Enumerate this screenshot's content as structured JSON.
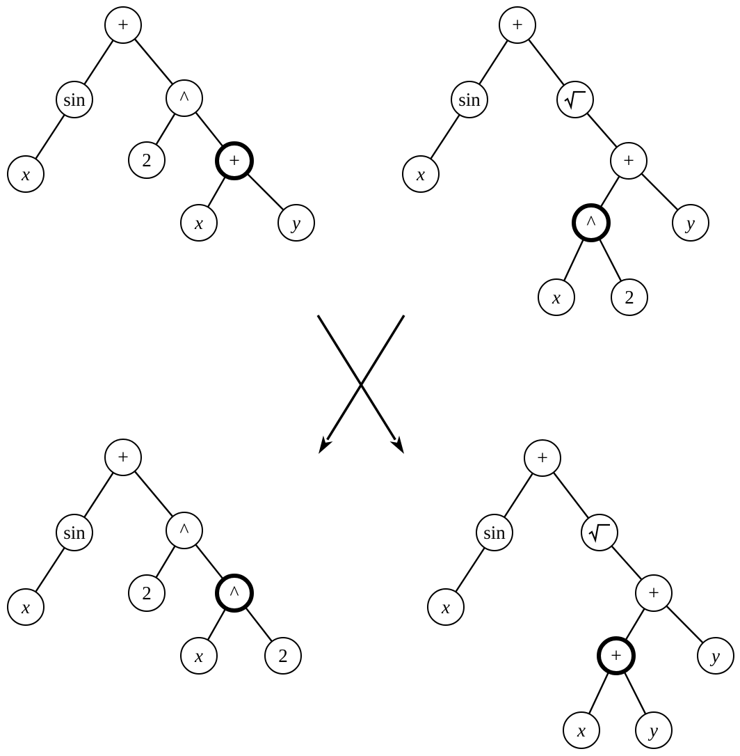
{
  "trees": [
    {
      "id": "parent-1",
      "nodes": [
        {
          "id": "n0",
          "label": "+",
          "kind": "op"
        },
        {
          "id": "n1",
          "label": "sin",
          "kind": "func"
        },
        {
          "id": "n2",
          "label": "^",
          "kind": "op"
        },
        {
          "id": "n3",
          "label": "x",
          "kind": "var"
        },
        {
          "id": "n4",
          "label": "2",
          "kind": "num"
        },
        {
          "id": "n5",
          "label": "+",
          "kind": "op",
          "highlight": true
        },
        {
          "id": "n6",
          "label": "x",
          "kind": "var"
        },
        {
          "id": "n7",
          "label": "y",
          "kind": "var"
        }
      ],
      "edges": [
        [
          "n0",
          "n1"
        ],
        [
          "n0",
          "n2"
        ],
        [
          "n1",
          "n3"
        ],
        [
          "n2",
          "n4"
        ],
        [
          "n2",
          "n5"
        ],
        [
          "n5",
          "n6"
        ],
        [
          "n5",
          "n7"
        ]
      ]
    },
    {
      "id": "parent-2",
      "nodes": [
        {
          "id": "n0",
          "label": "+",
          "kind": "op"
        },
        {
          "id": "n1",
          "label": "sin",
          "kind": "func"
        },
        {
          "id": "n2",
          "label": "sqrt",
          "kind": "sqrt"
        },
        {
          "id": "n3",
          "label": "x",
          "kind": "var"
        },
        {
          "id": "n4",
          "label": "+",
          "kind": "op"
        },
        {
          "id": "n5",
          "label": "^",
          "kind": "op",
          "highlight": true
        },
        {
          "id": "n6",
          "label": "y",
          "kind": "var"
        },
        {
          "id": "n7",
          "label": "x",
          "kind": "var"
        },
        {
          "id": "n8",
          "label": "2",
          "kind": "num"
        }
      ],
      "edges": [
        [
          "n0",
          "n1"
        ],
        [
          "n0",
          "n2"
        ],
        [
          "n1",
          "n3"
        ],
        [
          "n2",
          "n4"
        ],
        [
          "n4",
          "n5"
        ],
        [
          "n4",
          "n6"
        ],
        [
          "n5",
          "n7"
        ],
        [
          "n5",
          "n8"
        ]
      ]
    },
    {
      "id": "child-1",
      "nodes": [
        {
          "id": "n0",
          "label": "+",
          "kind": "op"
        },
        {
          "id": "n1",
          "label": "sin",
          "kind": "func"
        },
        {
          "id": "n2",
          "label": "^",
          "kind": "op"
        },
        {
          "id": "n3",
          "label": "x",
          "kind": "var"
        },
        {
          "id": "n4",
          "label": "2",
          "kind": "num"
        },
        {
          "id": "n5",
          "label": "^",
          "kind": "op",
          "highlight": true
        },
        {
          "id": "n6",
          "label": "x",
          "kind": "var"
        },
        {
          "id": "n7",
          "label": "2",
          "kind": "num"
        }
      ],
      "edges": [
        [
          "n0",
          "n1"
        ],
        [
          "n0",
          "n2"
        ],
        [
          "n1",
          "n3"
        ],
        [
          "n2",
          "n4"
        ],
        [
          "n2",
          "n5"
        ],
        [
          "n5",
          "n6"
        ],
        [
          "n5",
          "n7"
        ]
      ]
    },
    {
      "id": "child-2",
      "nodes": [
        {
          "id": "n0",
          "label": "+",
          "kind": "op"
        },
        {
          "id": "n1",
          "label": "sin",
          "kind": "func"
        },
        {
          "id": "n2",
          "label": "sqrt",
          "kind": "sqrt"
        },
        {
          "id": "n3",
          "label": "x",
          "kind": "var"
        },
        {
          "id": "n4",
          "label": "+",
          "kind": "op"
        },
        {
          "id": "n5",
          "label": "+",
          "kind": "op",
          "highlight": true
        },
        {
          "id": "n6",
          "label": "y",
          "kind": "var"
        },
        {
          "id": "n7",
          "label": "x",
          "kind": "var"
        },
        {
          "id": "n8",
          "label": "y",
          "kind": "var"
        }
      ],
      "edges": [
        [
          "n0",
          "n1"
        ],
        [
          "n0",
          "n2"
        ],
        [
          "n1",
          "n3"
        ],
        [
          "n2",
          "n4"
        ],
        [
          "n4",
          "n5"
        ],
        [
          "n4",
          "n6"
        ],
        [
          "n5",
          "n7"
        ],
        [
          "n5",
          "n8"
        ]
      ]
    }
  ],
  "crossover": {
    "arrows": 2,
    "direction": "crossing-downward"
  }
}
